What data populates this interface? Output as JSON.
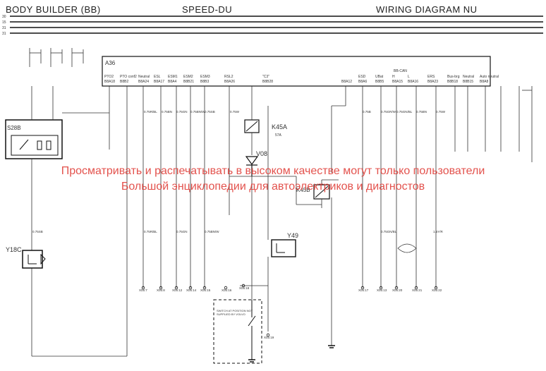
{
  "header": {
    "left": "BODY BUILDER (BB)",
    "center": "SPEED-DU",
    "right": "WIRING DIAGRAM NU"
  },
  "rails": [
    "30",
    "15",
    "31",
    "31"
  ],
  "module": {
    "name": "A36",
    "pins": [
      {
        "func": "PTO2",
        "pin": "B8A18"
      },
      {
        "func": "PTO conf2",
        "pin": "B8B2"
      },
      {
        "func": "Neutral",
        "pin": "B8A24"
      },
      {
        "func": "ESL",
        "pin": "B8A17"
      },
      {
        "func": "ESM1",
        "pin": "B8A4"
      },
      {
        "func": "ESM2",
        "pin": "B8B21"
      },
      {
        "func": "ESM3",
        "pin": "B8B3"
      },
      {
        "func": "RSL2",
        "pin": "B8A26"
      },
      {
        "func": "\"C3\"",
        "pin": "B8B28"
      },
      {
        "func": "",
        "pin": "B8A12"
      },
      {
        "func": "ESD",
        "pin": "B8A6"
      },
      {
        "func": "UBat",
        "pin": "B8B5"
      },
      {
        "func": "H",
        "pin": "B8A15"
      },
      {
        "func": "L",
        "pin": "B8A16"
      },
      {
        "func": "ERS",
        "pin": "B8A23"
      },
      {
        "func": "Bus-brg",
        "pin": "B8B18"
      },
      {
        "func": "Neutral",
        "pin": "B8B15"
      },
      {
        "func": "Auto neutral",
        "pin": "B8A8"
      }
    ],
    "bus_label": "BB-CAN"
  },
  "components": {
    "s28b": "S28B",
    "y18c": "Y18C",
    "k45a": "K45A",
    "v08": "V08",
    "k45b": "K45B",
    "y49": "Y49",
    "k45a_sub": "57A",
    "switch_note": "SWITCH AT POSITION NOT SUPPLIED BY VOLVO"
  },
  "connectors_bottom": [
    "X05:7",
    "X05:8",
    "X05:12",
    "X05:14",
    "X05:15",
    "X05:16",
    "X05:18",
    "X05:19",
    "X05:17",
    "X05:13",
    "X05:20",
    "X05:21",
    "X05:22"
  ],
  "wires": {
    "w1": "0.75B",
    "w2": "0.75BN",
    "w3": "0.75W",
    "w4": "0.75GN",
    "w5": "0.75R/BL",
    "w6": "0.75BN/W",
    "w7": "0.75GR/W",
    "w8": "0.75SB",
    "w9": "0.75GN/BL",
    "w10": "1.5Y/R"
  },
  "watermark": {
    "line1": "Просматривать и распечатывать в высоком качестве могут только пользователи",
    "line2": "Большой энциклопедии для автоэлектриков и диагностов"
  }
}
